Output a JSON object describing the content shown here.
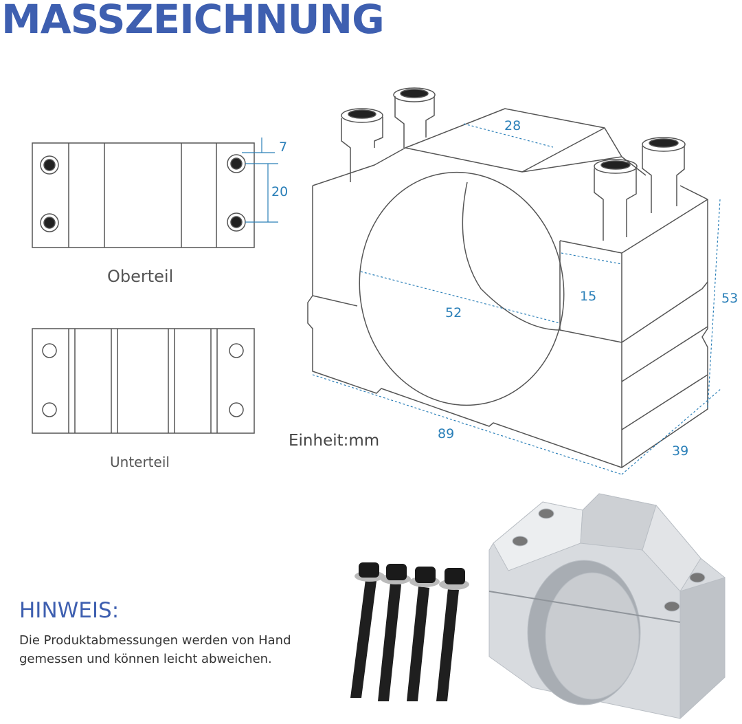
{
  "title": "MASSZEICHNUNG",
  "views": {
    "top_caption": "Oberteil",
    "bottom_caption": "Unterteil",
    "unit": "Einheit:mm"
  },
  "dimensions": {
    "hole_offset": "7",
    "hole_spacing": "20",
    "top_width": "28",
    "side_depth": "15",
    "bore_diameter": "52",
    "total_height": "53",
    "length": "89",
    "width": "39"
  },
  "note": {
    "heading": "HINWEIS:",
    "text": "Die Produktabmessungen werden von Hand gemessen und können leicht abweichen."
  },
  "colors": {
    "heading": "#3e5fb0",
    "dimension": "#2a7fb8",
    "line": "#555555"
  }
}
